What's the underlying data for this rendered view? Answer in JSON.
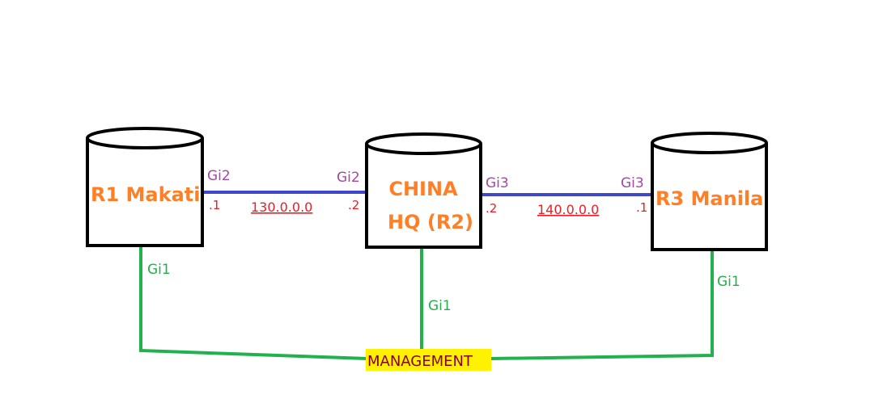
{
  "colors": {
    "router_name": "#ff7f27",
    "serial_link": "#3f48cc",
    "mgmt_link": "#22b14c",
    "serial_iface": "#a349a4",
    "mgmt_iface": "#22b14c",
    "ip_text": "#ed1c24",
    "mgmt_bg": "#fff200",
    "mgmt_text": "#880015",
    "outline": "#000000"
  },
  "routers": {
    "r1": {
      "name": "R1 Makati"
    },
    "r2": {
      "name_line1": "CHINA",
      "name_line2": "HQ (R2)"
    },
    "r3": {
      "name": "R3 Manila"
    }
  },
  "links": {
    "r1_r2": {
      "network": "130.0.0.0",
      "a_iface": "Gi2",
      "a_host": ".1",
      "b_iface": "Gi2",
      "b_host": ".2"
    },
    "r2_r3": {
      "network": "140.0.0.0",
      "a_iface": "Gi3",
      "a_host": ".2",
      "b_iface": "Gi3",
      "b_host": ".1"
    }
  },
  "management": {
    "label": "MANAGEMENT",
    "r1_iface": "Gi1",
    "r2_iface": "Gi1",
    "r3_iface": "Gi1"
  }
}
